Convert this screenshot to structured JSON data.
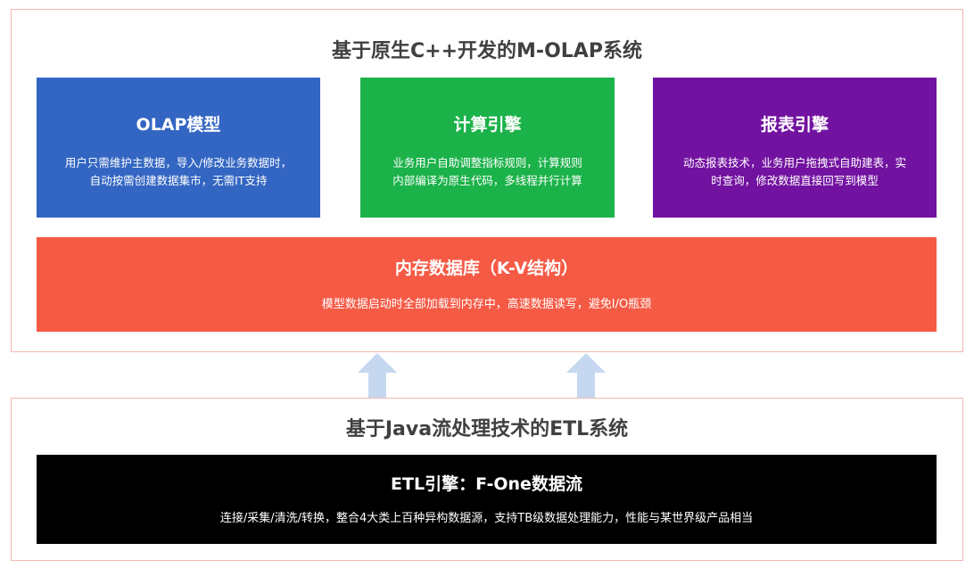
{
  "olap_system": {
    "title": "基于原生C++开发的M-OLAP系统",
    "modules": [
      {
        "name": "OLAP模型",
        "desc_lines": [
          "用户只需维护主数据，导入/修改业务数据时，",
          "自动按需创建数据集市，无需IT支持"
        ],
        "color": "#3366c2"
      },
      {
        "name": "计算引擎",
        "desc_lines": [
          "业务用户自助调整指标规则，计算规则",
          "内部编译为原生代码，多线程并行计算"
        ],
        "color": "#1cb24a"
      },
      {
        "name": "报表引擎",
        "desc_lines": [
          "动态报表技术，业务用户拖拽式自助建表，实",
          "时查询，修改数据直接回写到模型"
        ],
        "color": "#7212a0"
      }
    ],
    "memory_db": {
      "name": "内存数据库（K-V结构）",
      "desc": "模型数据启动时全部加载到内存中，高速数据读写，避免I/O瓶颈",
      "color": "#f55a45"
    }
  },
  "etl_system": {
    "title": "基于Java流处理技术的ETL系统",
    "engine": {
      "name": "ETL引擎：F-One数据流",
      "desc": "连接/采集/清洗/转换，整合4大类上百种异构数据源，支持TB级数据处理能力，性能与某世界级产品相当",
      "color": "#000000"
    }
  },
  "colors": {
    "frame_border": "#f2b8b0",
    "title_text": "#404040",
    "arrow": "#c5d8f0"
  }
}
